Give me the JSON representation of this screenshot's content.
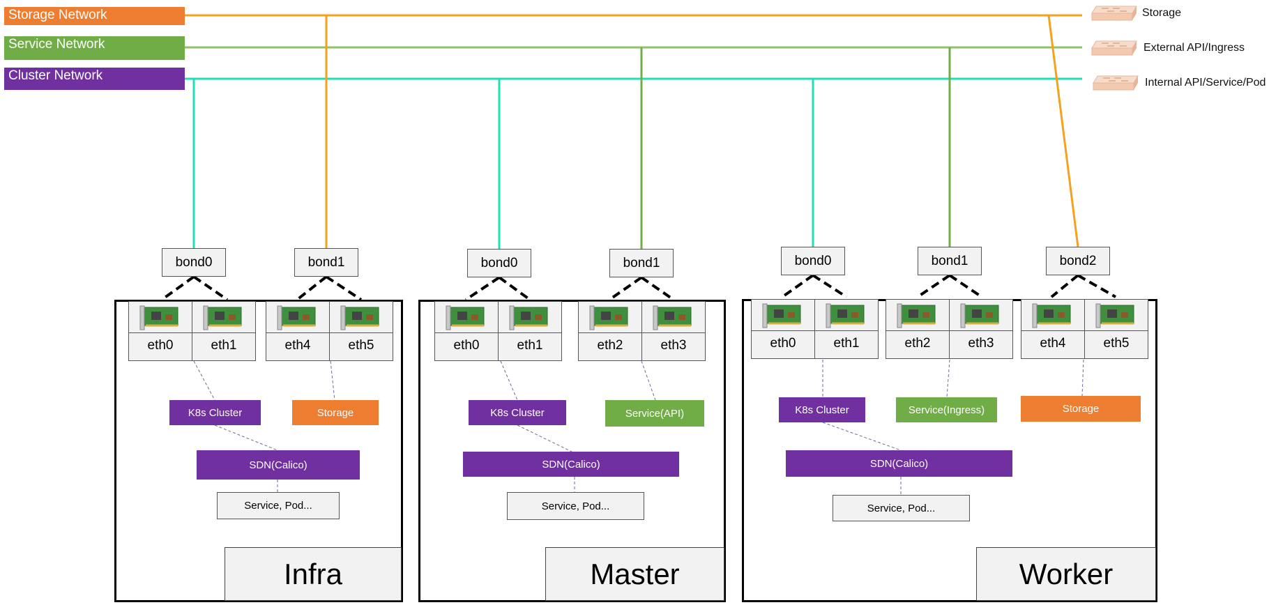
{
  "networks": [
    {
      "label": "Storage Network",
      "color": "#ed7d31",
      "line_color": "#f5a11c"
    },
    {
      "label": "Service Network",
      "color": "#70ad47",
      "line_color": "#8cc46a"
    },
    {
      "label": "Cluster Network",
      "color": "#7030a0",
      "line_color": "#1ee0b4"
    }
  ],
  "legend": [
    {
      "label": "Storage",
      "icon": "switch-icon"
    },
    {
      "label": "External API/Ingress",
      "icon": "switch-icon"
    },
    {
      "label": "Internal API/Service/Pod",
      "icon": "switch-icon"
    }
  ],
  "nodes": [
    {
      "name": "Infra",
      "bonds": [
        "bond0",
        "bond1"
      ],
      "nics": [
        "eth0",
        "eth1",
        "eth4",
        "eth5"
      ],
      "roles": [
        "K8s Cluster",
        "Storage"
      ],
      "sdn": "SDN(Calico)",
      "workload": "Service, Pod..."
    },
    {
      "name": "Master",
      "bonds": [
        "bond0",
        "bond1"
      ],
      "nics": [
        "eth0",
        "eth1",
        "eth2",
        "eth3"
      ],
      "roles": [
        "K8s Cluster",
        "Service(API)"
      ],
      "sdn": "SDN(Calico)",
      "workload": "Service, Pod..."
    },
    {
      "name": "Worker",
      "bonds": [
        "bond0",
        "bond1",
        "bond2"
      ],
      "nics": [
        "eth0",
        "eth1",
        "eth2",
        "eth3",
        "eth4",
        "eth5"
      ],
      "roles": [
        "K8s Cluster",
        "Service(Ingress)",
        "Storage"
      ],
      "sdn": "SDN(Calico)",
      "workload": "Service, Pod..."
    }
  ]
}
